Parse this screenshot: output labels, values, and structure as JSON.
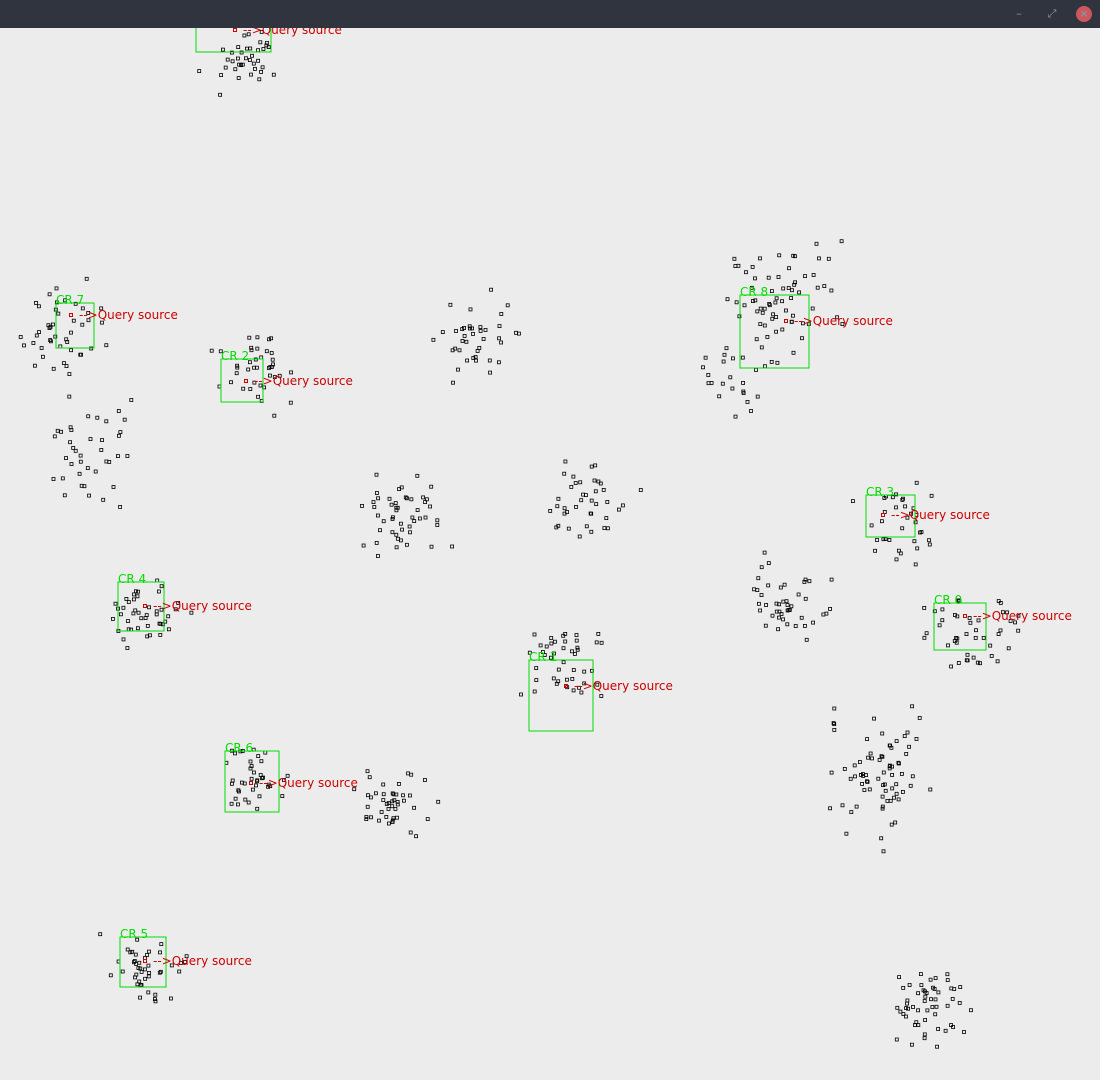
{
  "window": {
    "controls": {
      "minimize_icon": "minimize-icon",
      "maximize_icon": "maximize-icon",
      "close_icon": "close-icon"
    }
  },
  "colors": {
    "background": "#ececec",
    "titlebar": "#2f343f",
    "point": "#000000",
    "region": "#00dd00",
    "query": "#cc0000",
    "close": "#cc575d"
  },
  "query_label": "-->Query source",
  "regions": [
    {
      "label": "CR 0"
    },
    {
      "label": "CR 1"
    },
    {
      "label": "CR 2"
    },
    {
      "label": "CR 3"
    },
    {
      "label": "CR 4"
    },
    {
      "label": "CR 5"
    },
    {
      "label": "CR 6"
    },
    {
      "label": "CR 7"
    },
    {
      "label": "CR 8"
    },
    {
      "label": "CR 9"
    }
  ]
}
